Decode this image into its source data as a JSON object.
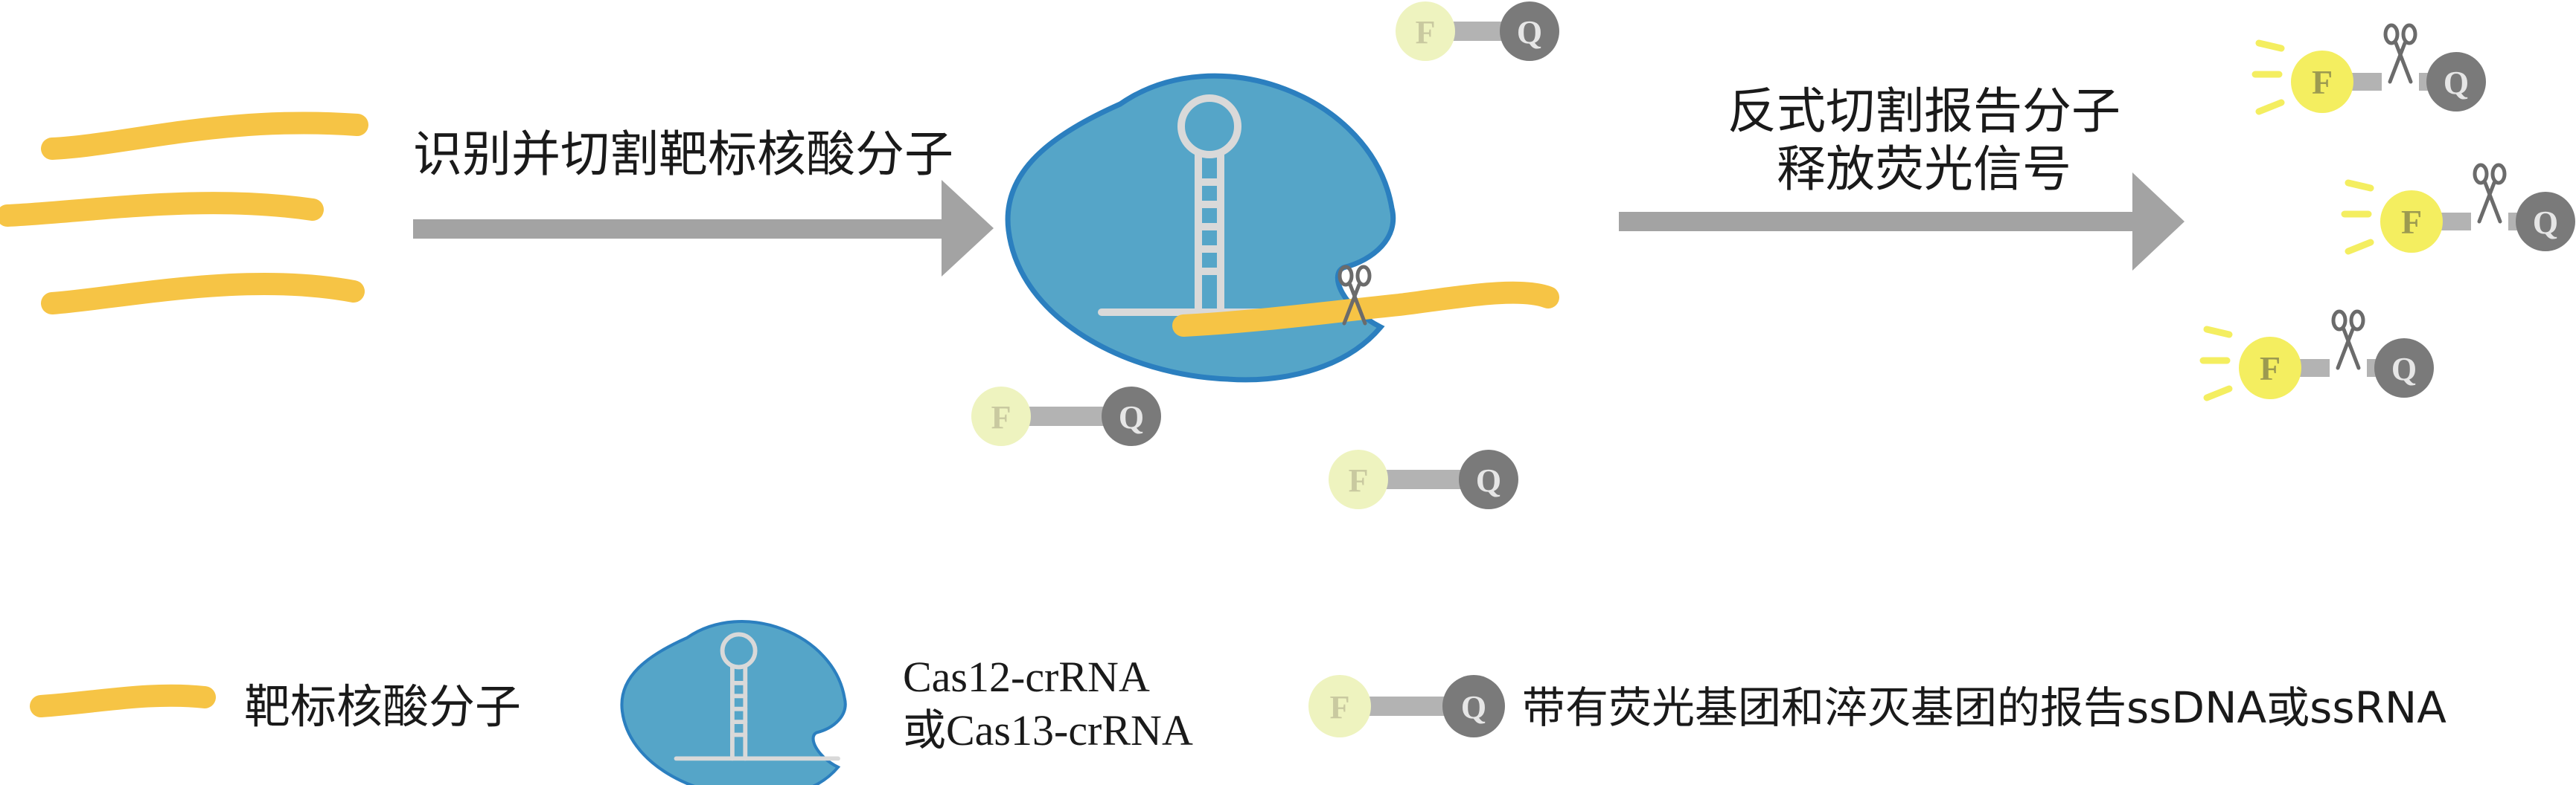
{
  "steps": {
    "step1_label": "识别并切割靶标核酸分子",
    "step2_label_line1": "反式切割报告分子",
    "step2_label_line2": "释放荧光信号"
  },
  "reporter": {
    "fluorophore_letter": "F",
    "quencher_letter": "Q"
  },
  "legend": {
    "target_label": "靶标核酸分子",
    "cas_label_line1": "Cas12-crRNA",
    "cas_label_line2": "或Cas13-crRNA",
    "reporter_label": "带有荧光基团和淬灭基团的报告ssDNA或ssRNA"
  },
  "colors": {
    "target_strand": "#f6c445",
    "cas_protein": "#55a5c8",
    "cas_outline": "#2b7fbf",
    "crRNA": "#d9d9d9",
    "arrow": "#a3a3a3",
    "fluorophore_dim": "#eef3bf",
    "fluorophore_lit": "#f4ee60",
    "quencher": "#7a7a7a",
    "linker": "#b3b3b3"
  }
}
